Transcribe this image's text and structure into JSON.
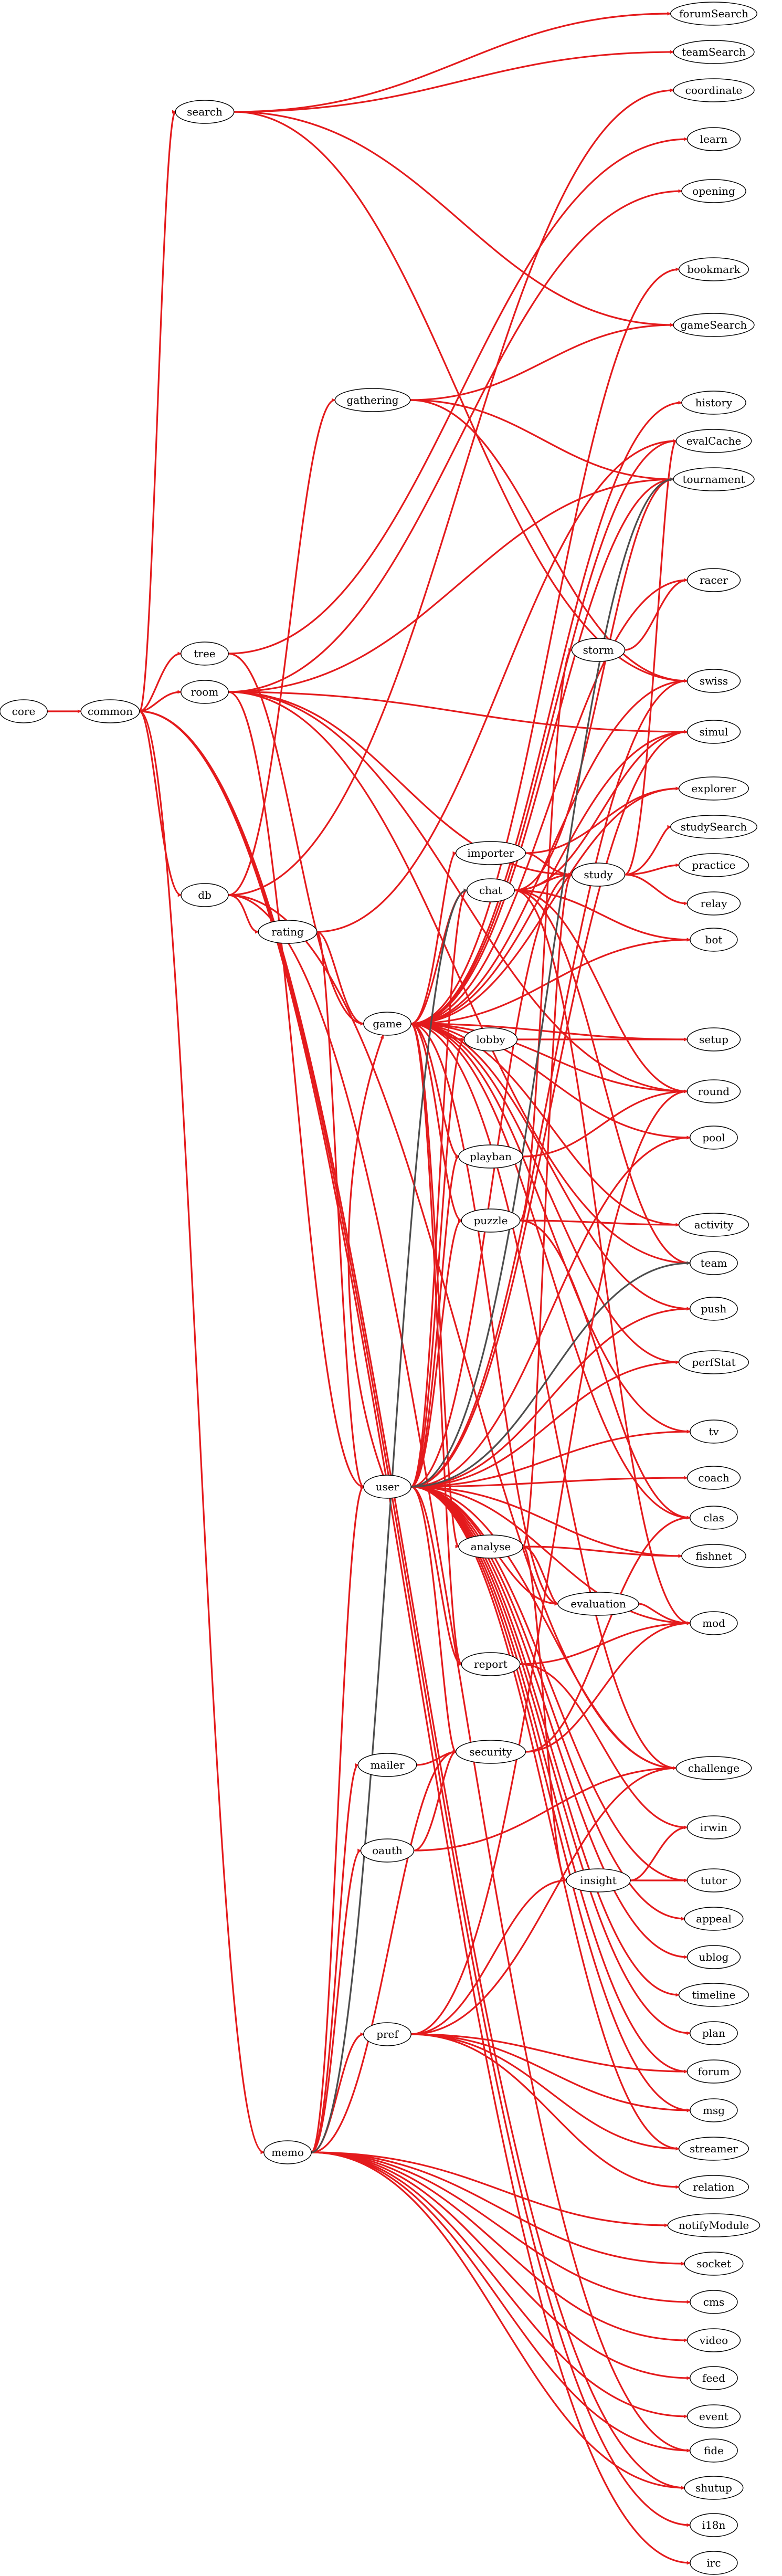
{
  "diagram": {
    "type": "directed-dependency-graph",
    "colors": {
      "primary_edge": "#e41a1c",
      "secondary_edge": "#4d4d4d",
      "node_stroke": "#000000",
      "node_fill": "#ffffff"
    },
    "nodes": [
      {
        "id": "core",
        "label": "core"
      },
      {
        "id": "common",
        "label": "common"
      },
      {
        "id": "search",
        "label": "search"
      },
      {
        "id": "tree",
        "label": "tree"
      },
      {
        "id": "room",
        "label": "room"
      },
      {
        "id": "db",
        "label": "db"
      },
      {
        "id": "gathering",
        "label": "gathering"
      },
      {
        "id": "rating",
        "label": "rating"
      },
      {
        "id": "game",
        "label": "game"
      },
      {
        "id": "importer",
        "label": "importer"
      },
      {
        "id": "chat",
        "label": "chat"
      },
      {
        "id": "lobby",
        "label": "lobby"
      },
      {
        "id": "playban",
        "label": "playban"
      },
      {
        "id": "puzzle",
        "label": "puzzle"
      },
      {
        "id": "study",
        "label": "study"
      },
      {
        "id": "storm",
        "label": "storm"
      },
      {
        "id": "user",
        "label": "user"
      },
      {
        "id": "analyse",
        "label": "analyse"
      },
      {
        "id": "evaluation",
        "label": "evaluation"
      },
      {
        "id": "report",
        "label": "report"
      },
      {
        "id": "mailer",
        "label": "mailer"
      },
      {
        "id": "security",
        "label": "security"
      },
      {
        "id": "oauth",
        "label": "oauth"
      },
      {
        "id": "insight",
        "label": "insight"
      },
      {
        "id": "pref",
        "label": "pref"
      },
      {
        "id": "memo",
        "label": "memo"
      },
      {
        "id": "forumSearch",
        "label": "forumSearch"
      },
      {
        "id": "teamSearch",
        "label": "teamSearch"
      },
      {
        "id": "coordinate",
        "label": "coordinate"
      },
      {
        "id": "learn",
        "label": "learn"
      },
      {
        "id": "opening",
        "label": "opening"
      },
      {
        "id": "bookmark",
        "label": "bookmark"
      },
      {
        "id": "gameSearch",
        "label": "gameSearch"
      },
      {
        "id": "history",
        "label": "history"
      },
      {
        "id": "evalCache",
        "label": "evalCache"
      },
      {
        "id": "tournament",
        "label": "tournament"
      },
      {
        "id": "racer",
        "label": "racer"
      },
      {
        "id": "swiss",
        "label": "swiss"
      },
      {
        "id": "simul",
        "label": "simul"
      },
      {
        "id": "explorer",
        "label": "explorer"
      },
      {
        "id": "studySearch",
        "label": "studySearch"
      },
      {
        "id": "practice",
        "label": "practice"
      },
      {
        "id": "relay",
        "label": "relay"
      },
      {
        "id": "bot",
        "label": "bot"
      },
      {
        "id": "setup",
        "label": "setup"
      },
      {
        "id": "round",
        "label": "round"
      },
      {
        "id": "pool",
        "label": "pool"
      },
      {
        "id": "activity",
        "label": "activity"
      },
      {
        "id": "team",
        "label": "team"
      },
      {
        "id": "push",
        "label": "push"
      },
      {
        "id": "perfStat",
        "label": "perfStat"
      },
      {
        "id": "tv",
        "label": "tv"
      },
      {
        "id": "coach",
        "label": "coach"
      },
      {
        "id": "clas",
        "label": "clas"
      },
      {
        "id": "fishnet",
        "label": "fishnet"
      },
      {
        "id": "mod",
        "label": "mod"
      },
      {
        "id": "challenge",
        "label": "challenge"
      },
      {
        "id": "irwin",
        "label": "irwin"
      },
      {
        "id": "tutor",
        "label": "tutor"
      },
      {
        "id": "appeal",
        "label": "appeal"
      },
      {
        "id": "ublog",
        "label": "ublog"
      },
      {
        "id": "timeline",
        "label": "timeline"
      },
      {
        "id": "plan",
        "label": "plan"
      },
      {
        "id": "forum",
        "label": "forum"
      },
      {
        "id": "msg",
        "label": "msg"
      },
      {
        "id": "streamer",
        "label": "streamer"
      },
      {
        "id": "relation",
        "label": "relation"
      },
      {
        "id": "notifyModule",
        "label": "notifyModule"
      },
      {
        "id": "socket",
        "label": "socket"
      },
      {
        "id": "cms",
        "label": "cms"
      },
      {
        "id": "video",
        "label": "video"
      },
      {
        "id": "feed",
        "label": "feed"
      },
      {
        "id": "event",
        "label": "event"
      },
      {
        "id": "fide",
        "label": "fide"
      },
      {
        "id": "shutup",
        "label": "shutup"
      },
      {
        "id": "i18n",
        "label": "i18n"
      },
      {
        "id": "irc",
        "label": "irc"
      }
    ],
    "edges": [
      {
        "from": "core",
        "to": "common",
        "kind": "primary"
      },
      {
        "from": "common",
        "to": "search",
        "kind": "primary"
      },
      {
        "from": "common",
        "to": "tree",
        "kind": "primary"
      },
      {
        "from": "common",
        "to": "room",
        "kind": "primary"
      },
      {
        "from": "common",
        "to": "db",
        "kind": "primary"
      },
      {
        "from": "common",
        "to": "memo",
        "kind": "primary"
      },
      {
        "from": "common",
        "to": "shutup",
        "kind": "primary"
      },
      {
        "from": "common",
        "to": "i18n",
        "kind": "primary"
      },
      {
        "from": "common",
        "to": "irc",
        "kind": "primary"
      },
      {
        "from": "search",
        "to": "forumSearch",
        "kind": "primary"
      },
      {
        "from": "search",
        "to": "teamSearch",
        "kind": "primary"
      },
      {
        "from": "search",
        "to": "gameSearch",
        "kind": "primary"
      },
      {
        "from": "search",
        "to": "swiss",
        "kind": "primary"
      },
      {
        "from": "tree",
        "to": "learn",
        "kind": "primary"
      },
      {
        "from": "tree",
        "to": "game",
        "kind": "primary"
      },
      {
        "from": "room",
        "to": "opening",
        "kind": "primary"
      },
      {
        "from": "room",
        "to": "tournament",
        "kind": "primary"
      },
      {
        "from": "room",
        "to": "simul",
        "kind": "primary"
      },
      {
        "from": "room",
        "to": "study",
        "kind": "primary"
      },
      {
        "from": "room",
        "to": "round",
        "kind": "primary"
      },
      {
        "from": "room",
        "to": "team",
        "kind": "primary"
      },
      {
        "from": "room",
        "to": "user",
        "kind": "primary"
      },
      {
        "from": "db",
        "to": "coordinate",
        "kind": "primary"
      },
      {
        "from": "db",
        "to": "gathering",
        "kind": "primary"
      },
      {
        "from": "db",
        "to": "rating",
        "kind": "primary"
      },
      {
        "from": "db",
        "to": "challenge",
        "kind": "primary"
      },
      {
        "from": "db",
        "to": "fide",
        "kind": "primary"
      },
      {
        "from": "gathering",
        "to": "gameSearch",
        "kind": "primary"
      },
      {
        "from": "gathering",
        "to": "tournament",
        "kind": "primary"
      },
      {
        "from": "gathering",
        "to": "swiss",
        "kind": "primary"
      },
      {
        "from": "rating",
        "to": "game",
        "kind": "primary"
      },
      {
        "from": "rating",
        "to": "user",
        "kind": "primary"
      },
      {
        "from": "rating",
        "to": "evalCache",
        "kind": "primary"
      },
      {
        "from": "game",
        "to": "bookmark",
        "kind": "primary"
      },
      {
        "from": "game",
        "to": "history",
        "kind": "primary"
      },
      {
        "from": "game",
        "to": "evalCache",
        "kind": "primary"
      },
      {
        "from": "game",
        "to": "tournament",
        "kind": "primary"
      },
      {
        "from": "game",
        "to": "racer",
        "kind": "primary"
      },
      {
        "from": "game",
        "to": "swiss",
        "kind": "primary"
      },
      {
        "from": "game",
        "to": "simul",
        "kind": "primary"
      },
      {
        "from": "game",
        "to": "explorer",
        "kind": "primary"
      },
      {
        "from": "game",
        "to": "importer",
        "kind": "primary"
      },
      {
        "from": "game",
        "to": "chat",
        "kind": "primary"
      },
      {
        "from": "game",
        "to": "bot",
        "kind": "primary"
      },
      {
        "from": "game",
        "to": "lobby",
        "kind": "primary"
      },
      {
        "from": "game",
        "to": "setup",
        "kind": "primary"
      },
      {
        "from": "game",
        "to": "round",
        "kind": "primary"
      },
      {
        "from": "game",
        "to": "playban",
        "kind": "primary"
      },
      {
        "from": "game",
        "to": "pool",
        "kind": "primary"
      },
      {
        "from": "game",
        "to": "puzzle",
        "kind": "primary"
      },
      {
        "from": "game",
        "to": "activity",
        "kind": "primary"
      },
      {
        "from": "game",
        "to": "push",
        "kind": "primary"
      },
      {
        "from": "game",
        "to": "perfStat",
        "kind": "primary"
      },
      {
        "from": "game",
        "to": "tv",
        "kind": "primary"
      },
      {
        "from": "game",
        "to": "analyse",
        "kind": "primary"
      },
      {
        "from": "game",
        "to": "evaluation",
        "kind": "primary"
      },
      {
        "from": "game",
        "to": "report",
        "kind": "primary"
      },
      {
        "from": "game",
        "to": "clas",
        "kind": "primary"
      },
      {
        "from": "game",
        "to": "challenge",
        "kind": "primary"
      },
      {
        "from": "importer",
        "to": "explorer",
        "kind": "primary"
      },
      {
        "from": "importer",
        "to": "study",
        "kind": "primary"
      },
      {
        "from": "chat",
        "to": "study",
        "kind": "primary"
      },
      {
        "from": "chat",
        "to": "tournament",
        "kind": "primary"
      },
      {
        "from": "chat",
        "to": "simul",
        "kind": "primary"
      },
      {
        "from": "chat",
        "to": "bot",
        "kind": "primary"
      },
      {
        "from": "chat",
        "to": "round",
        "kind": "primary"
      },
      {
        "from": "chat",
        "to": "team",
        "kind": "primary"
      },
      {
        "from": "chat",
        "to": "mod",
        "kind": "primary"
      },
      {
        "from": "study",
        "to": "studySearch",
        "kind": "primary"
      },
      {
        "from": "study",
        "to": "practice",
        "kind": "primary"
      },
      {
        "from": "study",
        "to": "relay",
        "kind": "primary"
      },
      {
        "from": "study",
        "to": "evalCache",
        "kind": "primary"
      },
      {
        "from": "lobby",
        "to": "setup",
        "kind": "primary"
      },
      {
        "from": "playban",
        "to": "round",
        "kind": "primary"
      },
      {
        "from": "puzzle",
        "to": "activity",
        "kind": "primary"
      },
      {
        "from": "puzzle",
        "to": "storm",
        "kind": "primary"
      },
      {
        "from": "puzzle",
        "to": "clas",
        "kind": "primary"
      },
      {
        "from": "storm",
        "to": "racer",
        "kind": "primary"
      },
      {
        "from": "user",
        "to": "game",
        "kind": "primary"
      },
      {
        "from": "user",
        "to": "chat",
        "kind": "primary"
      },
      {
        "from": "user",
        "to": "lobby",
        "kind": "primary"
      },
      {
        "from": "user",
        "to": "playban",
        "kind": "primary"
      },
      {
        "from": "user",
        "to": "puzzle",
        "kind": "primary"
      },
      {
        "from": "user",
        "to": "pool",
        "kind": "primary"
      },
      {
        "from": "user",
        "to": "push",
        "kind": "primary"
      },
      {
        "from": "user",
        "to": "perfStat",
        "kind": "primary"
      },
      {
        "from": "user",
        "to": "tv",
        "kind": "primary"
      },
      {
        "from": "user",
        "to": "coach",
        "kind": "primary"
      },
      {
        "from": "user",
        "to": "fishnet",
        "kind": "primary"
      },
      {
        "from": "user",
        "to": "evaluation",
        "kind": "primary"
      },
      {
        "from": "user",
        "to": "mod",
        "kind": "primary"
      },
      {
        "from": "user",
        "to": "report",
        "kind": "primary"
      },
      {
        "from": "user",
        "to": "security",
        "kind": "primary"
      },
      {
        "from": "user",
        "to": "challenge",
        "kind": "primary"
      },
      {
        "from": "user",
        "to": "tutor",
        "kind": "primary"
      },
      {
        "from": "user",
        "to": "appeal",
        "kind": "primary"
      },
      {
        "from": "user",
        "to": "ublog",
        "kind": "primary"
      },
      {
        "from": "user",
        "to": "timeline",
        "kind": "primary"
      },
      {
        "from": "user",
        "to": "plan",
        "kind": "primary"
      },
      {
        "from": "user",
        "to": "forum",
        "kind": "primary"
      },
      {
        "from": "user",
        "to": "msg",
        "kind": "primary"
      },
      {
        "from": "user",
        "to": "streamer",
        "kind": "primary"
      },
      {
        "from": "user",
        "to": "swiss",
        "kind": "primary"
      },
      {
        "from": "user",
        "to": "simul",
        "kind": "primary"
      },
      {
        "from": "user",
        "to": "study",
        "kind": "primary"
      },
      {
        "from": "user",
        "to": "tournament",
        "kind": "secondary"
      },
      {
        "from": "user",
        "to": "team",
        "kind": "secondary"
      },
      {
        "from": "analyse",
        "to": "evaluation",
        "kind": "primary"
      },
      {
        "from": "analyse",
        "to": "fishnet",
        "kind": "primary"
      },
      {
        "from": "analyse",
        "to": "insight",
        "kind": "primary"
      },
      {
        "from": "analyse",
        "to": "study",
        "kind": "primary"
      },
      {
        "from": "evaluation",
        "to": "mod",
        "kind": "primary"
      },
      {
        "from": "report",
        "to": "mod",
        "kind": "primary"
      },
      {
        "from": "report",
        "to": "irwin",
        "kind": "primary"
      },
      {
        "from": "mailer",
        "to": "security",
        "kind": "primary"
      },
      {
        "from": "security",
        "to": "mod",
        "kind": "primary"
      },
      {
        "from": "security",
        "to": "clas",
        "kind": "primary"
      },
      {
        "from": "oauth",
        "to": "security",
        "kind": "primary"
      },
      {
        "from": "oauth",
        "to": "challenge",
        "kind": "primary"
      },
      {
        "from": "insight",
        "to": "tutor",
        "kind": "primary"
      },
      {
        "from": "insight",
        "to": "irwin",
        "kind": "primary"
      },
      {
        "from": "pref",
        "to": "insight",
        "kind": "primary"
      },
      {
        "from": "pref",
        "to": "forum",
        "kind": "primary"
      },
      {
        "from": "pref",
        "to": "msg",
        "kind": "primary"
      },
      {
        "from": "pref",
        "to": "streamer",
        "kind": "primary"
      },
      {
        "from": "pref",
        "to": "relation",
        "kind": "primary"
      },
      {
        "from": "pref",
        "to": "challenge",
        "kind": "primary"
      },
      {
        "from": "pref",
        "to": "round",
        "kind": "primary"
      },
      {
        "from": "memo",
        "to": "user",
        "kind": "primary"
      },
      {
        "from": "memo",
        "to": "mailer",
        "kind": "primary"
      },
      {
        "from": "memo",
        "to": "oauth",
        "kind": "primary"
      },
      {
        "from": "memo",
        "to": "pref",
        "kind": "primary"
      },
      {
        "from": "memo",
        "to": "notifyModule",
        "kind": "primary"
      },
      {
        "from": "memo",
        "to": "socket",
        "kind": "primary"
      },
      {
        "from": "memo",
        "to": "cms",
        "kind": "primary"
      },
      {
        "from": "memo",
        "to": "video",
        "kind": "primary"
      },
      {
        "from": "memo",
        "to": "feed",
        "kind": "primary"
      },
      {
        "from": "memo",
        "to": "event",
        "kind": "primary"
      },
      {
        "from": "memo",
        "to": "fide",
        "kind": "primary"
      },
      {
        "from": "memo",
        "to": "shutup",
        "kind": "primary"
      },
      {
        "from": "memo",
        "to": "security",
        "kind": "primary"
      },
      {
        "from": "memo",
        "to": "chat",
        "kind": "secondary"
      }
    ]
  }
}
